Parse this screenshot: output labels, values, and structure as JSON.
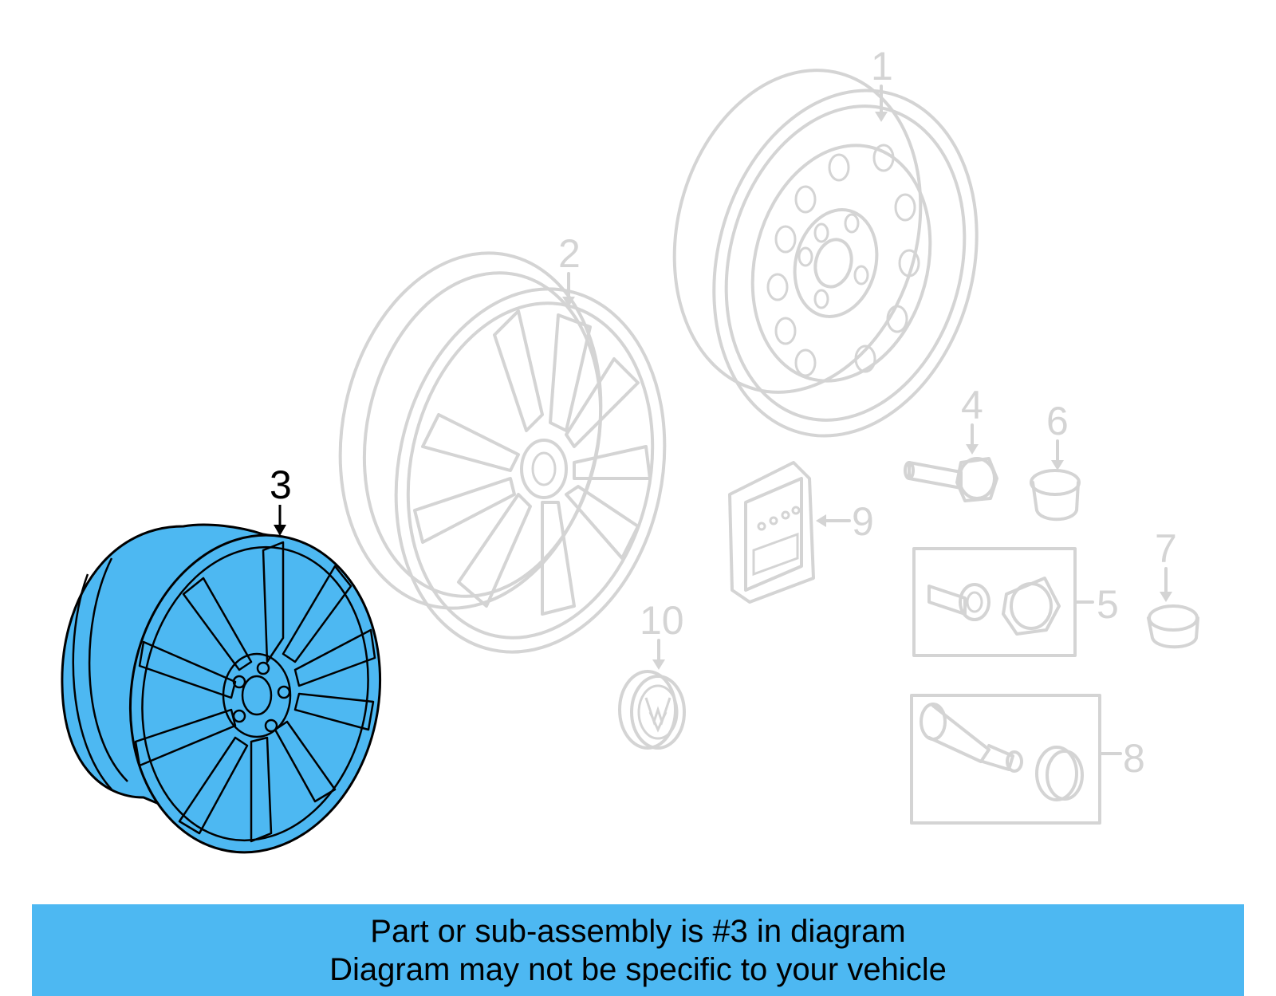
{
  "diagram": {
    "callouts": [
      {
        "id": "1",
        "label": "1",
        "highlighted": false
      },
      {
        "id": "2",
        "label": "2",
        "highlighted": false
      },
      {
        "id": "3",
        "label": "3",
        "highlighted": true
      },
      {
        "id": "4",
        "label": "4",
        "highlighted": false
      },
      {
        "id": "5",
        "label": "5",
        "highlighted": false
      },
      {
        "id": "6",
        "label": "6",
        "highlighted": false
      },
      {
        "id": "7",
        "label": "7",
        "highlighted": false
      },
      {
        "id": "8",
        "label": "8",
        "highlighted": false
      },
      {
        "id": "9",
        "label": "9",
        "highlighted": false
      },
      {
        "id": "10",
        "label": "10",
        "highlighted": false
      }
    ]
  },
  "caption": {
    "line1": "Part or sub-assembly is #3 in diagram",
    "line2": "Diagram may not be specific to your vehicle"
  },
  "colors": {
    "highlight": "#4db8f2",
    "inactive_line": "#d4d4d4",
    "active_line": "#000000"
  },
  "icons": {
    "hubcap_emblem": "vw-logo-icon"
  }
}
